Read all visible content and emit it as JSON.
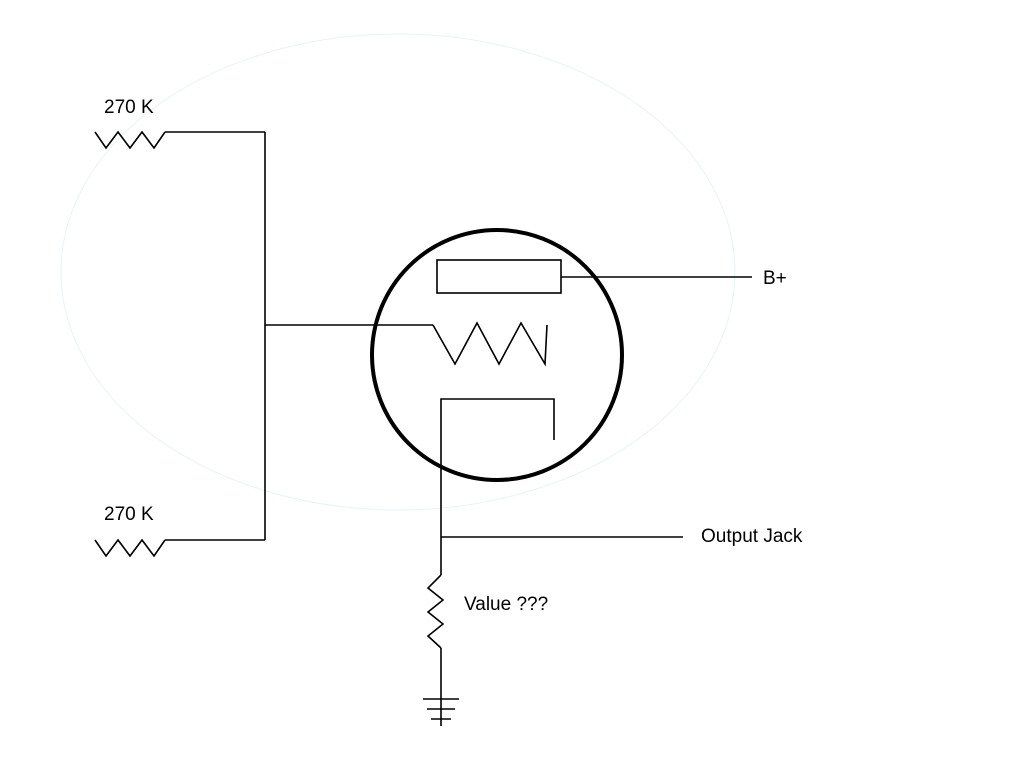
{
  "labels": {
    "resistor_top": "270 K",
    "resistor_bottom": "270 K",
    "plate_supply": "B+",
    "output": "Output Jack",
    "cathode_resistor": "Value ???"
  },
  "colors": {
    "line": "#000000",
    "halo": "#e9f3f3",
    "background": "#ffffff"
  }
}
